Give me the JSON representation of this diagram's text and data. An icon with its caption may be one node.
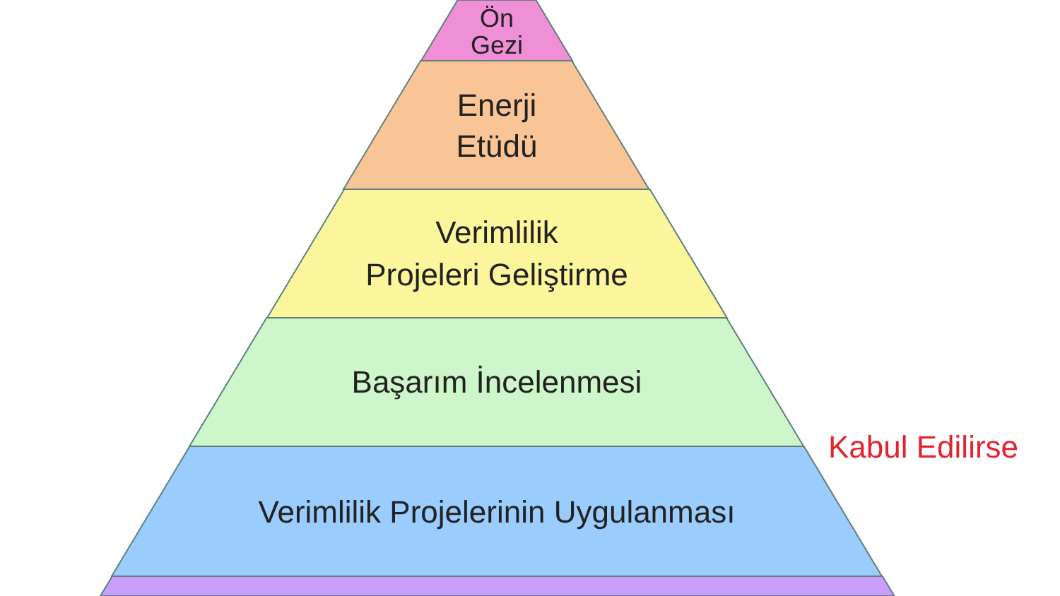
{
  "diagram": {
    "nodes": [
      {
        "text": [
          "Ön Gezi"
        ]
      },
      {
        "text": [
          "Enerji Etüdü"
        ]
      },
      {
        "text": [
          "Verimlilik Projeleri Geliştirme"
        ]
      },
      {
        "text": [
          "Başarım İncelenmesi"
        ]
      },
      {
        "text": [
          "Verimlilik Projelerinin Uygulanması"
        ]
      },
      {
        "text": [],
        "shape": "band"
      }
    ],
    "labels": [
      "Kabul Edilirse"
    ]
  }
}
